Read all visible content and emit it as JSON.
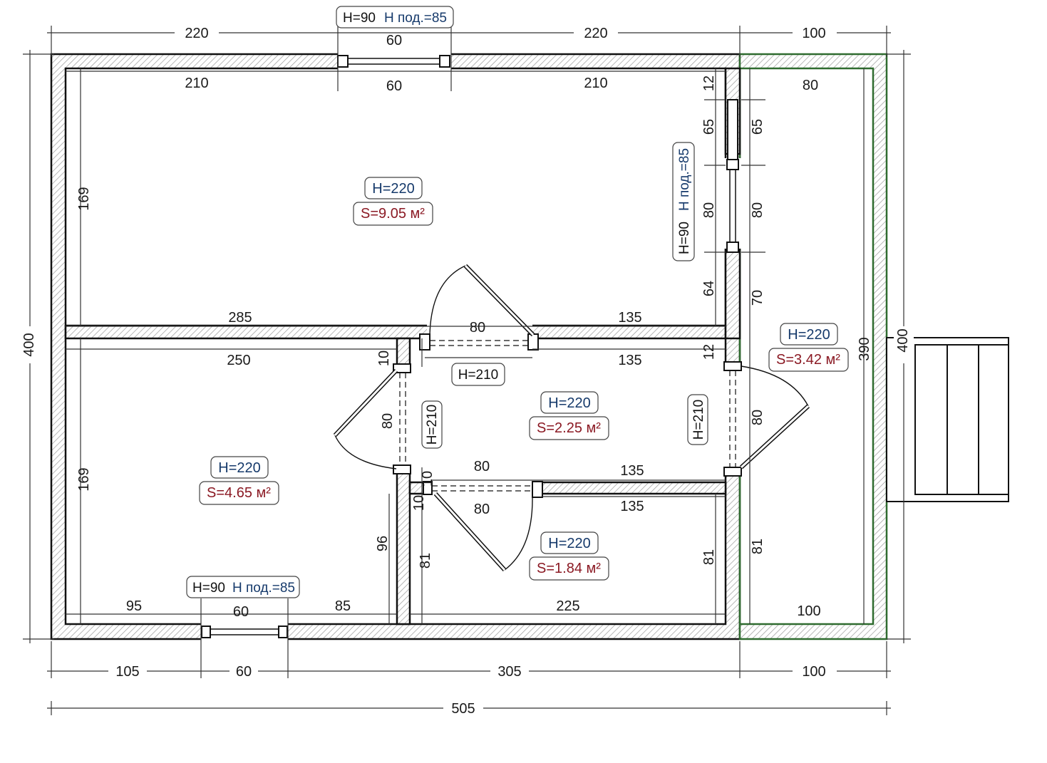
{
  "dims": {
    "top_left_220": "220",
    "top_window_60": "60",
    "top_right_220": "220",
    "top_100": "100",
    "in_top_210_left": "210",
    "in_top_60": "60",
    "in_top_210_right": "210",
    "in_top_80": "80",
    "left_400": "400",
    "right_400": "400",
    "right_390": "390",
    "left_169_upper": "169",
    "left_169_lower": "169",
    "r1_12": "12",
    "r1_65": "65",
    "r1_80": "80",
    "r1_64": "64",
    "r2_65": "65",
    "r2_80": "80",
    "r2_70": "70",
    "r2_80_door": "80",
    "r2_81": "81",
    "mid_285": "285",
    "mid_80_door": "80",
    "mid_135_top": "135",
    "mid_250": "250",
    "mid_135_bot": "135",
    "mid_12": "12",
    "hall_10_top": "10",
    "hall_80_left": "80",
    "hall_80_mid_top": "80",
    "hall_135_mid": "135",
    "hall_10_a": "10",
    "hall_10_b": "10",
    "hall_80_mid_bot": "80",
    "hall_135_low": "135",
    "wc_96": "96",
    "wc_81_left": "81",
    "wc_81_right": "81",
    "bot_95": "95",
    "bot_60_win": "60",
    "bot_85": "85",
    "bot_225": "225",
    "bot_100_in": "100",
    "ext_105": "105",
    "ext_60": "60",
    "ext_305": "305",
    "ext_100": "100",
    "ext_505": "505"
  },
  "labels": {
    "room1_h": "H=220",
    "room1_s": "S=9.05 м²",
    "room2_h": "H=220",
    "room2_s": "S=4.65 м²",
    "hall_h": "H=220",
    "hall_s": "S=2.25 м²",
    "wc_h": "H=220",
    "wc_s": "S=1.84 м²",
    "porch_h": "H=220",
    "porch_s": "S=3.42 м²",
    "door_hall_top": "H=210",
    "door_hall_left": "H=210",
    "door_hall_right": "H=210",
    "win_top_h": "H=90",
    "win_top_hp": "H под.=85",
    "win_right_h": "H=90",
    "win_right_hp": "H под.=85",
    "win_bottom_h": "H=90",
    "win_bottom_hp": "H под.=85"
  },
  "colors": {
    "wall": "#111111",
    "hatch": "#9a9a9a",
    "porch_outline": "#2f6b2f",
    "h_label": "#163a6b",
    "s_label": "#8b1a24"
  }
}
